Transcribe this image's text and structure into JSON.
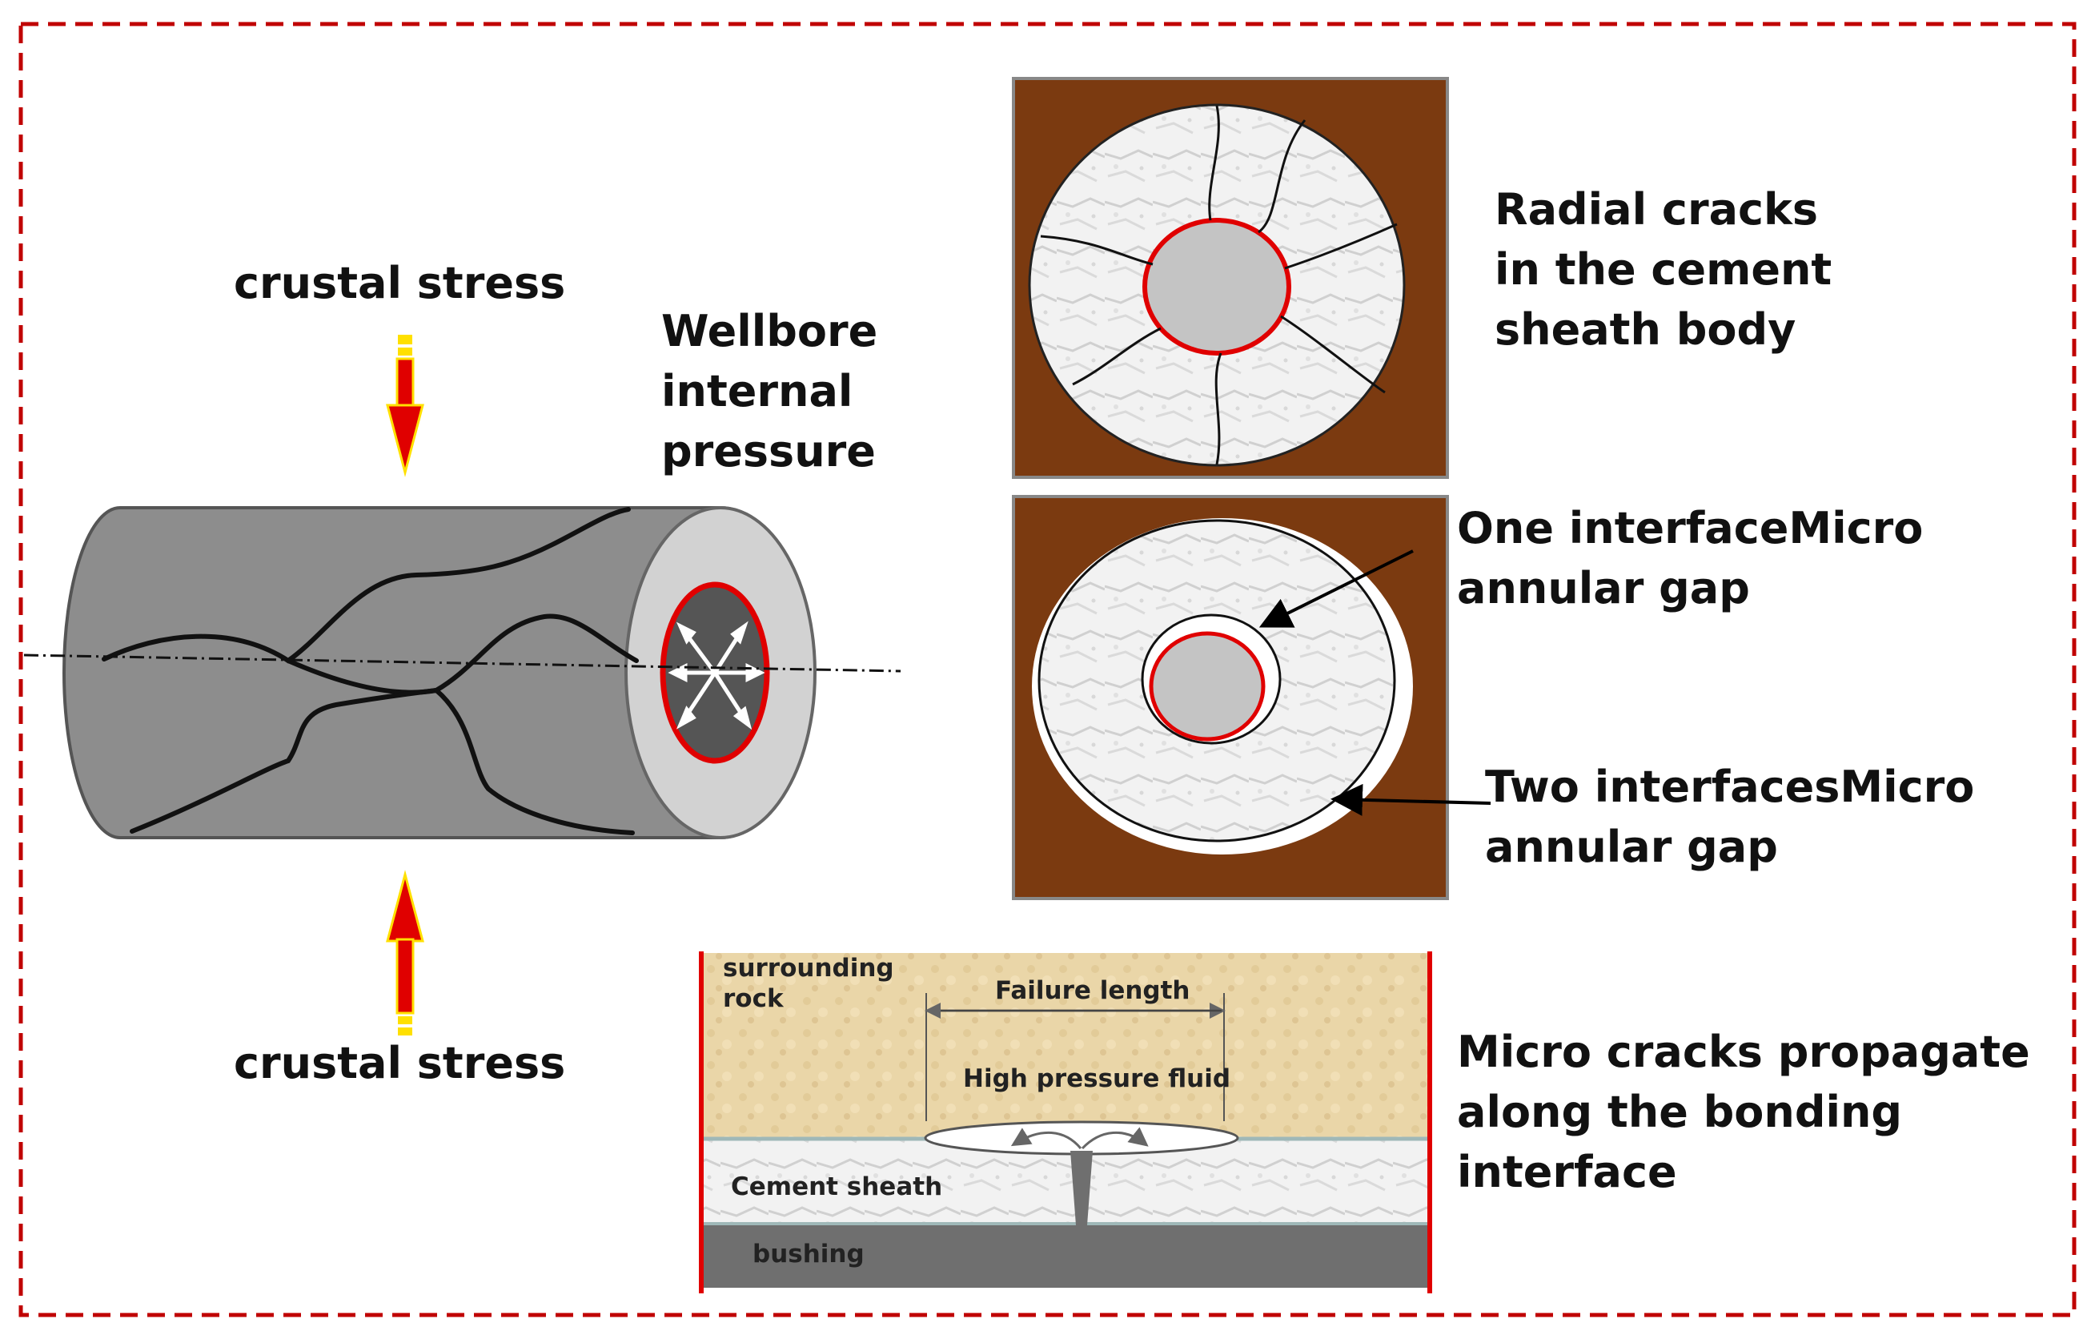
{
  "colors": {
    "frame": "#c00000",
    "arrow_red": "#e00000",
    "arrow_yellow": "#ffe000",
    "rock_brown": "#7b3a10",
    "cement": "#efefef",
    "casing": "#c4c4c4",
    "crack_red": "#e00000",
    "rock_tan": "#ead6a8",
    "bushing": "#6f6f6f",
    "cylinder_body": "#8d8d8d",
    "cylinder_face": "#d2d2d2",
    "bore": "#555555"
  },
  "labels": {
    "crustal_stress_top": "crustal stress",
    "crustal_stress_bottom": "crustal stress",
    "wellbore_pressure": "Wellbore\ninternal\npressure",
    "radial_cracks": "Radial cracks\nin the cement\nsheath body",
    "one_interface": "One interfaceMicro\nannular gap",
    "two_interfaces": "Two interfacesMicro\nannular gap",
    "micro_cracks": "Micro cracks propagate\nalong the bonding\ninterface"
  },
  "section": {
    "surrounding_rock": "surrounding\nrock",
    "failure_length": "Failure length",
    "high_pressure_fluid": "High pressure fluid",
    "cement_sheath": "Cement sheath",
    "bushing": "bushing"
  },
  "icons": [
    "downward-arrow-icon",
    "upward-arrow-icon",
    "radial-pressure-arrows-icon",
    "pointer-arrow-icon"
  ]
}
